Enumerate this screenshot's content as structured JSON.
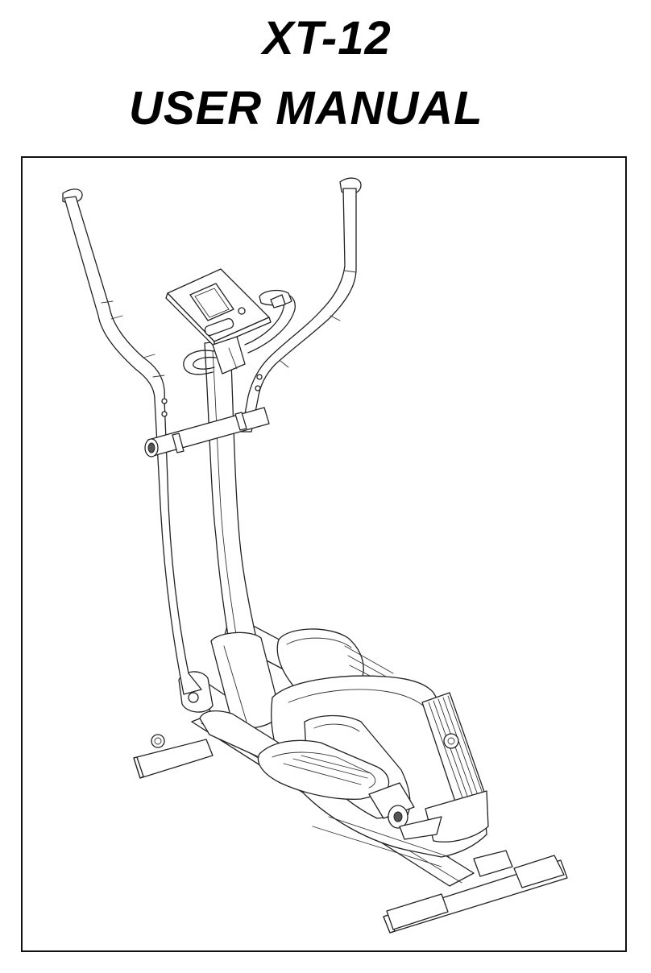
{
  "document": {
    "model": "XT-12",
    "title": "USER MANUAL"
  },
  "figure": {
    "subject": "elliptical-trainer-illustration"
  }
}
